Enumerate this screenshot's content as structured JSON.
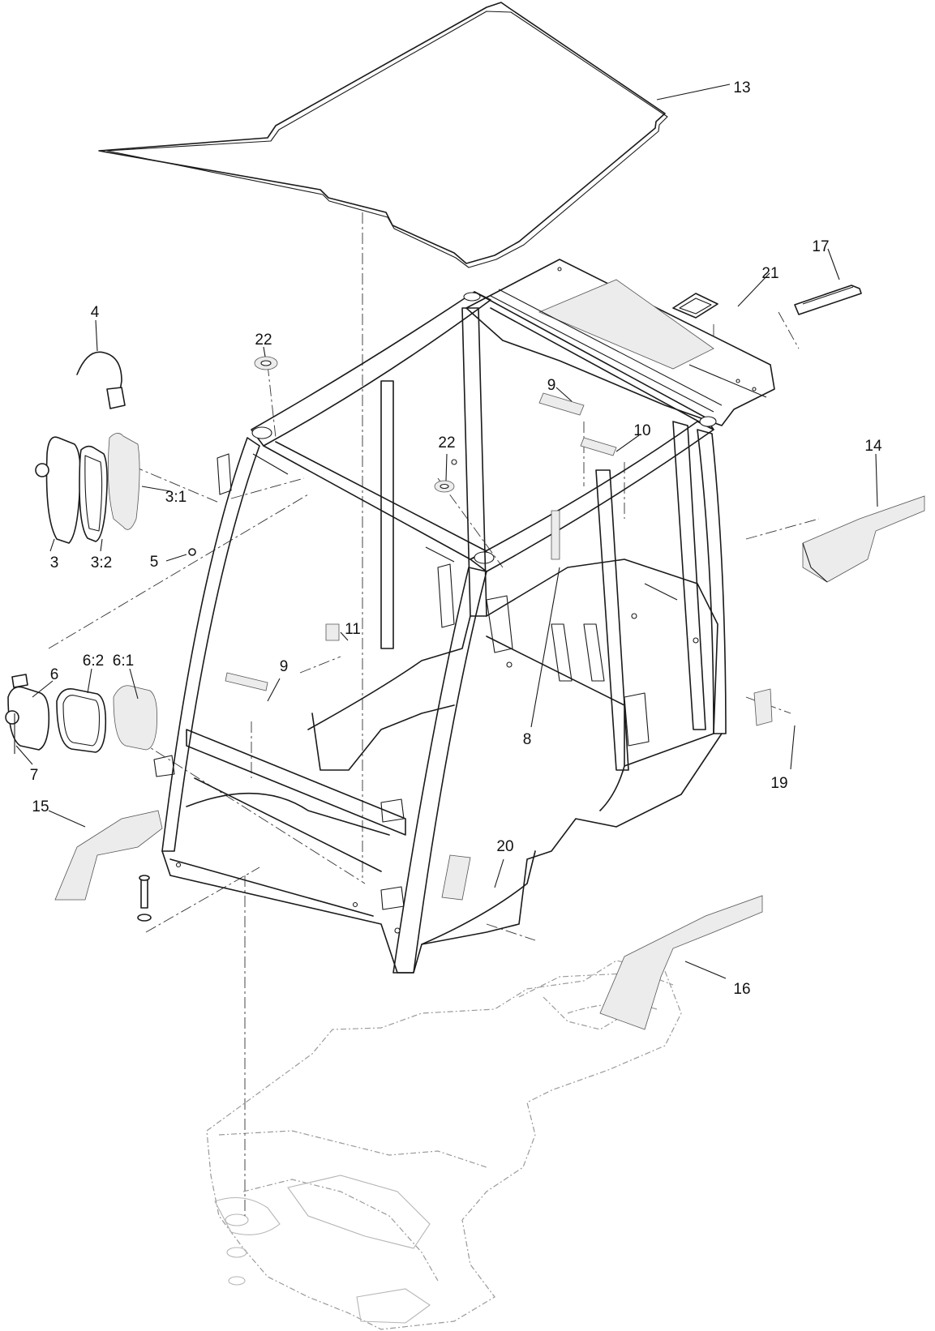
{
  "callouts": {
    "c13": "13",
    "c17": "17",
    "c21": "21",
    "c4": "4",
    "c22a": "22",
    "c22b": "22",
    "c9a": "9",
    "c10": "10",
    "c14": "14",
    "c3_1": "3:1",
    "c3": "3",
    "c3_2": "3:2",
    "c5": "5",
    "c11": "11",
    "c6_1": "6:1",
    "c6_2": "6:2",
    "c6": "6",
    "c9b": "9",
    "c8": "8",
    "c7": "7",
    "c19": "19",
    "c15": "15",
    "c20": "20",
    "c16": "16"
  },
  "colors": {
    "line": "#1a1a1a",
    "ghost": "#9a9a9a",
    "background": "#ffffff"
  }
}
